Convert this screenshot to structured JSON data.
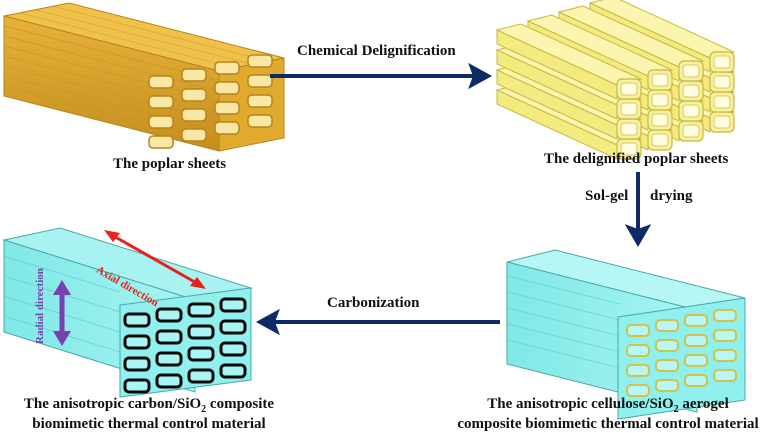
{
  "arrows": {
    "top": "Chemical Delignification",
    "right_a": "Sol-gel",
    "right_b": "drying",
    "bottom": "Carbonization"
  },
  "captions": {
    "poplar": "The poplar sheets",
    "delignified": "The delignified poplar sheets",
    "aerogel_l1_a": "The anisotropic cellulose/SiO",
    "aerogel_l1_sub": "2",
    "aerogel_l1_b": " aerogel",
    "aerogel_l2": "composite biomimetic thermal control material",
    "carbon_l1_a": "The anisotropic carbon/SiO",
    "carbon_l1_sub": "2",
    "carbon_l1_b": " composite",
    "carbon_l2": "biomimetic thermal control material"
  },
  "annotations": {
    "axial": "Axial direction",
    "radial": "Radial direction"
  },
  "colors": {
    "arrow": "#0d2a66",
    "wood": "#e6b33a",
    "delignified": "#f5ef8a",
    "aerogel": "#8ff0ee",
    "carbon": "#8ff0ee",
    "axial_arrow": "#e8221b",
    "radial_arrow": "#7a3fb0"
  }
}
